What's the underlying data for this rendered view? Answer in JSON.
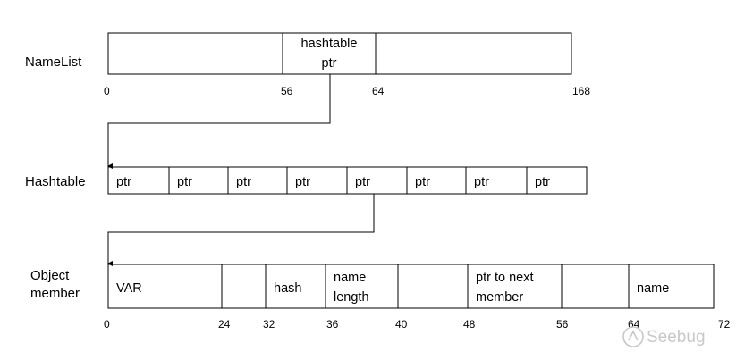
{
  "rows": {
    "namelist": {
      "label_lines": [
        "NameList"
      ],
      "cells": [
        {
          "lines": []
        },
        {
          "lines": [
            "hashtable",
            "ptr"
          ]
        },
        {
          "lines": []
        }
      ],
      "ticks": [
        "0",
        "56",
        "64",
        "168"
      ]
    },
    "hashtable": {
      "label_lines": [
        "Hashtable"
      ],
      "cells": [
        {
          "lines": [
            "ptr"
          ]
        },
        {
          "lines": [
            "ptr"
          ]
        },
        {
          "lines": [
            "ptr"
          ]
        },
        {
          "lines": [
            "ptr"
          ]
        },
        {
          "lines": [
            "ptr"
          ]
        },
        {
          "lines": [
            "ptr"
          ]
        },
        {
          "lines": [
            "ptr"
          ]
        },
        {
          "lines": [
            "ptr"
          ]
        }
      ]
    },
    "object_member": {
      "label_lines": [
        "Object",
        "member"
      ],
      "cells": [
        {
          "lines": [
            "VAR"
          ]
        },
        {
          "lines": []
        },
        {
          "lines": [
            "hash"
          ]
        },
        {
          "lines": [
            "name",
            "length"
          ]
        },
        {
          "lines": []
        },
        {
          "lines": [
            "ptr to next",
            "member"
          ]
        },
        {
          "lines": []
        },
        {
          "lines": [
            "name"
          ]
        }
      ],
      "ticks": [
        "0",
        "24",
        "32",
        "36",
        "40",
        "48",
        "56",
        "64",
        "72"
      ]
    }
  },
  "watermark": {
    "text": "Seebug",
    "icon": "seebug-logo-icon"
  }
}
